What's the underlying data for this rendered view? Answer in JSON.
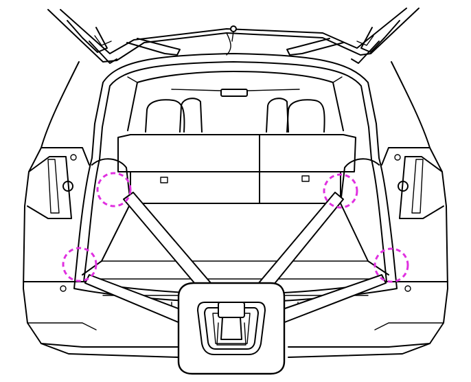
{
  "diagram": {
    "subject": "suv-cargo-area-rear-view",
    "callout_color": "#e030e0",
    "line_color": "#000000",
    "anchor_points": [
      {
        "id": "upper-left",
        "label": ""
      },
      {
        "id": "upper-right",
        "label": ""
      },
      {
        "id": "lower-left",
        "label": ""
      },
      {
        "id": "lower-right",
        "label": ""
      }
    ],
    "detail_inset": {
      "depicts": "cargo-tie-down-hook"
    }
  }
}
